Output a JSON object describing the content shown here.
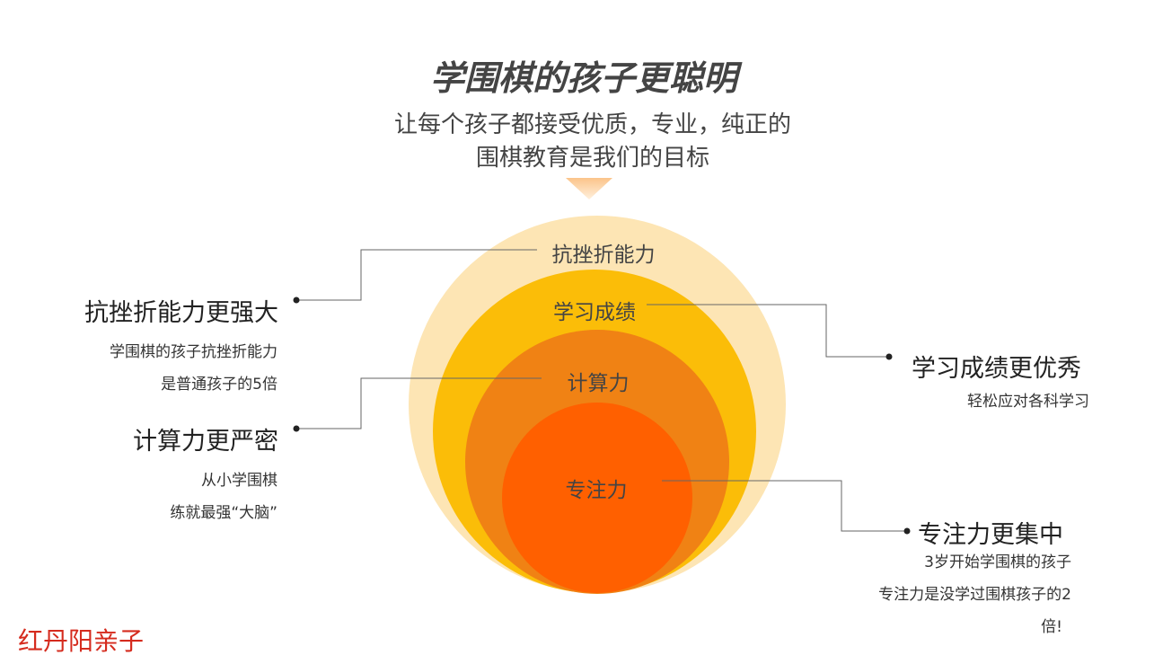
{
  "title": "学围棋的孩子更聪明",
  "subtitle": [
    "让每个孩子都接受优质，专业，纯正的",
    "围棋教育是我们的目标"
  ],
  "circles": [
    {
      "label": "抗挫折能力",
      "color": "#fde5b4"
    },
    {
      "label": "学习成绩",
      "color": "#fbbd08"
    },
    {
      "label": "计算力",
      "color": "#f08214"
    },
    {
      "label": "专注力",
      "color": "#ff6000"
    }
  ],
  "callouts": {
    "resilience": {
      "heading": "抗挫折能力更强大",
      "lines": [
        "学围棋的孩子抗挫折能力",
        "是普通孩子的5倍"
      ]
    },
    "grades": {
      "heading": "学习成绩更优秀",
      "lines": [
        "轻松应对各科学习"
      ]
    },
    "calc": {
      "heading": "计算力更严密",
      "lines": [
        "从小学围棋",
        "练就最强“大脑”"
      ]
    },
    "focus": {
      "heading": "专注力更集中",
      "lines": [
        "3岁开始学围棋的孩子",
        "专注力是没学过围棋孩子的2",
        "倍!"
      ]
    }
  },
  "brand": "红丹阳亲子"
}
